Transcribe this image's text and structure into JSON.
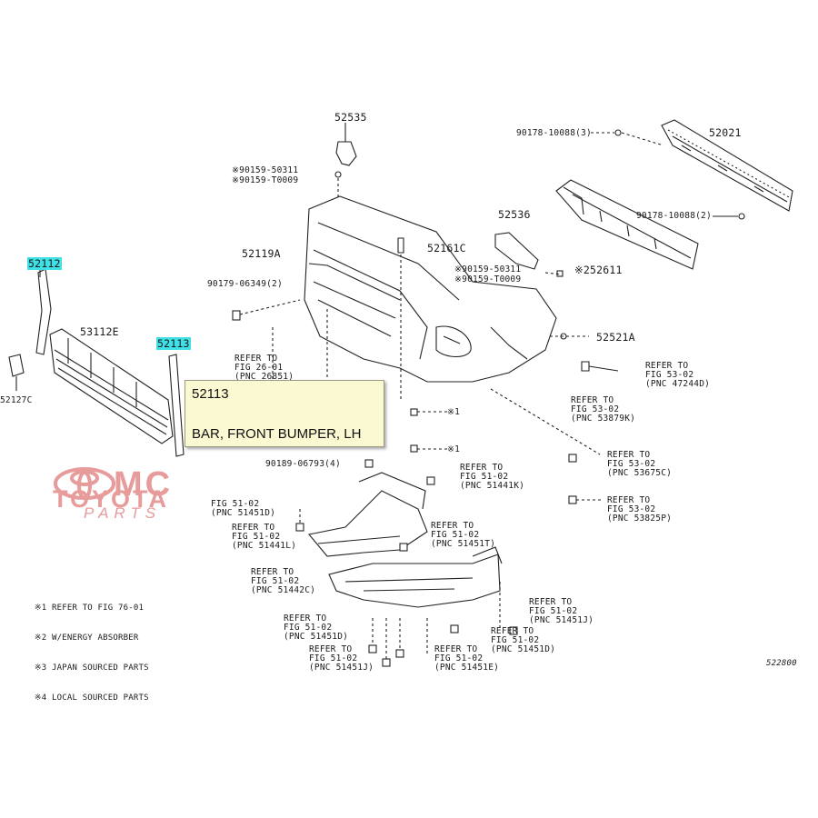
{
  "parts": {
    "p52535": "52535",
    "p90159_50311_a": "※90159-50311",
    "p90159_t0009_a": "※90159-T0009",
    "p90178_10088_3": "90178-10088(3)",
    "p52021": "52021",
    "p90178_10088_2": "90178-10088(2)",
    "p52536": "52536",
    "p52119a": "52119A",
    "p52161c": "52161C",
    "p90159_50311_b": "※90159-50311",
    "p90159_t0009_b": "※90159-T0009",
    "p52611": "※252611",
    "p52112": "52112",
    "p90179_06349": "90179-06349(2)",
    "p53112e": "53112E",
    "p52113": "52113",
    "p52521a": "52521A",
    "p52127": "52127C",
    "p90189_06793": "90189-06793(4)",
    "x1": "※1",
    "x1b": "※1"
  },
  "refs": {
    "r_fig26_1": "REFER TO",
    "r_fig26_2": "FIG 26-01",
    "r_fig26_3": "(PNC 26851)",
    "r_53_a1": "REFER TO",
    "r_53_a2": "FIG 53-02",
    "r_53_a3": "(PNC 47244D)",
    "r_53_b1": "REFER TO",
    "r_53_b2": "FIG 53-02",
    "r_53_b3": "(PNC 53879K)",
    "r_53_c1": "REFER TO",
    "r_53_c2": "FIG 53-02",
    "r_53_c3": "(PNC 53675C)",
    "r_53_d1": "REFER TO",
    "r_53_d2": "FIG 53-02",
    "r_53_d3": "(PNC 53825P)",
    "r_51_a1": "REFER TO",
    "r_51_a2": "FIG 51-02",
    "r_51_a3": "(PNC 51441K)",
    "r_51_b1": "FIG 51-02",
    "r_51_b2": "(PNC 51451D)",
    "r_51_c1": "REFER TO",
    "r_51_c2": "FIG 51-02",
    "r_51_c3": "(PNC 51441L)",
    "r_51_d1": "REFER TO",
    "r_51_d2": "FIG 51-02",
    "r_51_d3": "(PNC 51451T)",
    "r_51_e1": "REFER TO",
    "r_51_e2": "FIG 51-02",
    "r_51_e3": "(PNC 51442C)",
    "r_51_f1": "REFER TO",
    "r_51_f2": "FIG 51-02",
    "r_51_f3": "(PNC 51451J)",
    "r_51_g1": "REFER TO",
    "r_51_g2": "FIG 51-02",
    "r_51_g3": "(PNC 51451D)",
    "r_51_h1": "REFER TO",
    "r_51_h2": "FIG 51-02",
    "r_51_h3": "(PNC 51451D)",
    "r_51_i1": "REFER TO",
    "r_51_i2": "FIG 51-02",
    "r_51_i3": "(PNC 51451J)",
    "r_51_j1": "REFER TO",
    "r_51_j2": "FIG 51-02",
    "r_51_j3": "(PNC 51451E)"
  },
  "tooltip": {
    "number": "52113",
    "name": "BAR, FRONT BUMPER, LH"
  },
  "legend": [
    "※1 REFER TO FIG 76-01",
    "※2 W/ENERGY ABSORBER",
    "※3 JAPAN SOURCED PARTS",
    "※4 LOCAL SOURCED PARTS"
  ],
  "diagram_code": "522800",
  "watermark": {
    "mc": "MC",
    "toyota": "TOYOTA",
    "parts": "PARTS"
  },
  "colors": {
    "highlight": "#3fe0e6",
    "tooltip_bg": "#fbf9d2",
    "watermark": "#e79b9b"
  }
}
